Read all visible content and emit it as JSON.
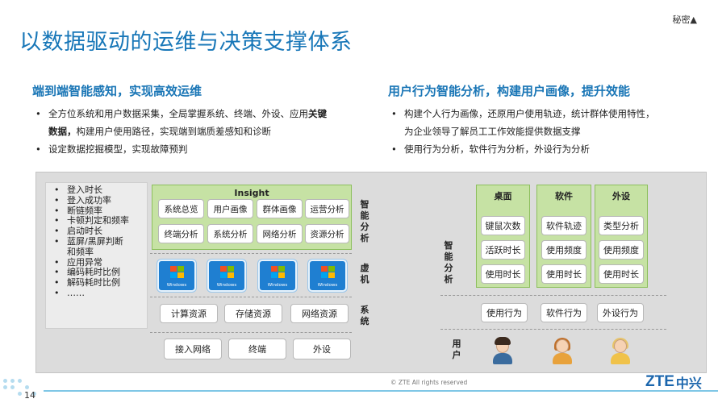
{
  "header": {
    "confidential": "秘密▲",
    "title": "以数据驱动的运维与决策支撑体系"
  },
  "left_section": {
    "heading": "端到端智能感知，实现高效运维",
    "bullets": [
      {
        "text_before": "全方位系统和用户数据采集，全局掌握系统、终端、外设、应用",
        "bold": "关键",
        "line2_bold": "数据，",
        "text_after": "构建用户使用路径，实现端到端质差感知和诊断"
      },
      {
        "text": "设定数据挖掘模型，实现故障预判"
      }
    ]
  },
  "right_section": {
    "heading": "用户行为智能分析，构建用户画像，提升效能",
    "bullets": [
      {
        "line1": "构建个人行为画像，还原用户使用轨迹，统计群体使用特性，",
        "line2": "为企业领导了解员工工作效能提供数据支撑"
      },
      {
        "text": "使用行为分析，软件行为分析，外设行为分析"
      }
    ]
  },
  "metrics_list": [
    "登入时长",
    "登入成功率",
    "断链频率",
    "卡顿判定和频率",
    "启动时长",
    "蓝屏/黑屏判断",
    "和频率",
    "应用异常",
    "编码耗时比例",
    "解码耗时比例",
    "……"
  ],
  "insight": {
    "title": "Insight",
    "row1": [
      "系统总览",
      "用户画像",
      "群体画像",
      "运营分析"
    ],
    "row2": [
      "终端分析",
      "系统分析",
      "网络分析",
      "资源分析"
    ]
  },
  "vm_label": "Windows",
  "resources": [
    "计算资源",
    "存储资源",
    "网络资源"
  ],
  "access": [
    "接入网络",
    "终端",
    "外设"
  ],
  "layer_labels": {
    "analysis": "智能分析",
    "vm": "虚机",
    "system": "系统",
    "user": "用户"
  },
  "right_panel": {
    "analysis_label": "智能分析",
    "categories": [
      {
        "title": "桌面",
        "items": [
          "键鼠次数",
          "活跃时长",
          "使用时长"
        ]
      },
      {
        "title": "软件",
        "items": [
          "软件轨迹",
          "使用频度",
          "使用时长"
        ]
      },
      {
        "title": "外设",
        "items": [
          "类型分析",
          "使用频度",
          "使用时长"
        ]
      }
    ],
    "behaviors": [
      "使用行为",
      "软件行为",
      "外设行为"
    ]
  },
  "footer": {
    "page": "14",
    "copyright": "© ZTE All rights reserved",
    "logo_latin": "ZTE",
    "logo_cn": "中兴"
  },
  "colors": {
    "title_blue": "#1877b8",
    "green_fill": "#c6e2a4",
    "green_border": "#8cbf5c",
    "panel_gray": "#dcdcdc",
    "footer_line": "#7fc7e6"
  }
}
